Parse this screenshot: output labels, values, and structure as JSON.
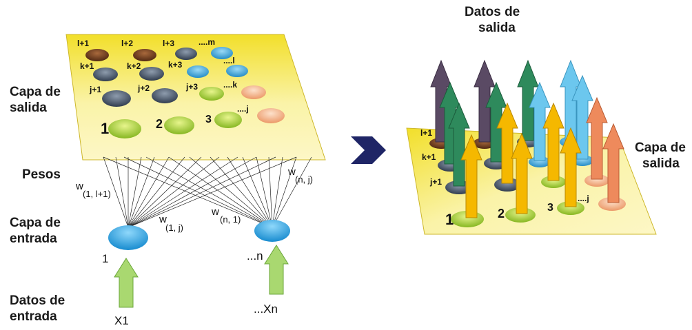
{
  "left_labels": {
    "output_layer_l1": "Capa de",
    "output_layer_l2": "salida",
    "weights": "Pesos",
    "input_layer_l1": "Capa de",
    "input_layer_l2": "entrada",
    "input_data_l1": "Datos de",
    "input_data_l2": "entrada"
  },
  "right_labels": {
    "output_data_l1": "Datos de",
    "output_data_l2": "salida",
    "output_layer_l1": "Capa de",
    "output_layer_l2": "salida"
  },
  "grid_labels": {
    "row_l": [
      "l+1",
      "l+2",
      "l+3",
      "....m"
    ],
    "row_k": [
      "k+1",
      "k+2",
      "k+3",
      "....l"
    ],
    "row_j": [
      "j+1",
      "j+2",
      "j+3",
      "....k"
    ],
    "row_1": [
      "1",
      "2",
      "3",
      "....j"
    ]
  },
  "weights": {
    "w_1_l1": {
      "base": "w",
      "sub": "(1, l+1)"
    },
    "w_1_j": {
      "base": "w",
      "sub": "(1, j)"
    },
    "w_n_1": {
      "base": "w",
      "sub": "(n, 1)"
    },
    "w_n_j": {
      "base": "w",
      "sub": "(n, j)"
    }
  },
  "input_nodes": {
    "first": "1",
    "last": "...n",
    "x_first": "X1",
    "x_last": "...Xn"
  },
  "right_grid_labels": {
    "row_l": "l+1",
    "row_k": "k+1",
    "row_j": "j+1",
    "row_1": [
      "1",
      "2",
      "3",
      "....j"
    ]
  },
  "colors": {
    "plane": "#f8f0a0",
    "plane_edge": "#d6c230",
    "brown": "#6a3a1e",
    "slate": "#3c4d63",
    "blue": "#2fa3d6",
    "green": "#a9d22c",
    "salmon": "#f2a57c",
    "input_node": "#1f9fe0",
    "input_arrow": "#a9d870",
    "chevron": "#1f2566",
    "arrow_purple": "#5a4a64",
    "arrow_green": "#2e8a5c",
    "arrow_orange": "#f5b800",
    "arrow_lightblue": "#6cc7ee",
    "arrow_salmon": "#ee8a5c"
  }
}
